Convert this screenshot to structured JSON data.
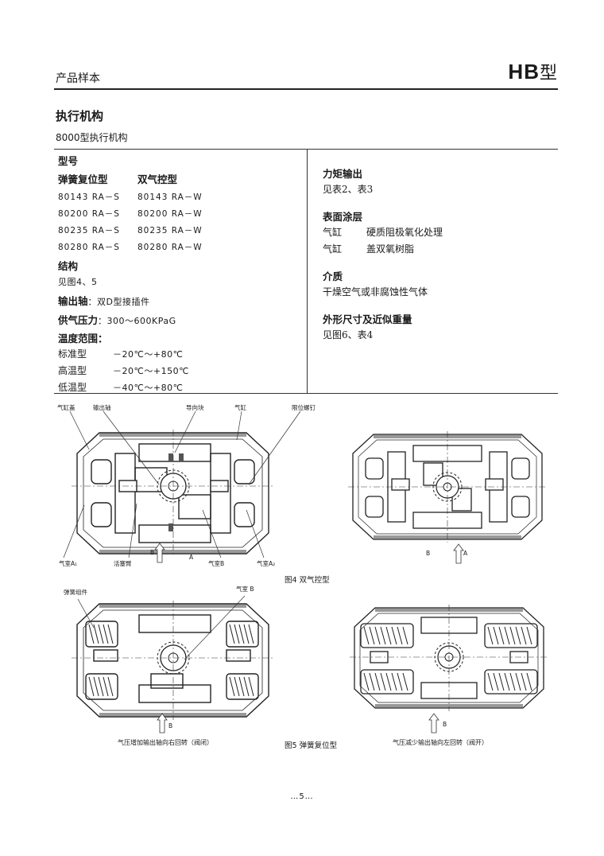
{
  "header": {
    "left": "产品样本",
    "model": "HB",
    "model_suffix": "型"
  },
  "section": {
    "title": "执行机构",
    "subtitle": "8000型执行机构"
  },
  "left_col": {
    "model_heading": "型号",
    "spring_heading": "弹簧复位型",
    "double_heading": "双气控型",
    "models": [
      {
        "spring": "80143 RA－S",
        "double": "80143 RA－W"
      },
      {
        "spring": "80200 RA－S",
        "double": "80200 RA－W"
      },
      {
        "spring": "80235 RA－S",
        "double": "80235 RA－W"
      },
      {
        "spring": "80280 RA－S",
        "double": "80280 RA－W"
      }
    ],
    "structure_heading": "结构",
    "structure_text": "见图4、5",
    "shaft_heading": "输出轴",
    "shaft_text": "：双D型接插件",
    "pressure_heading": "供气压力",
    "pressure_text": "：300～600KPaG",
    "temp_heading": "温度范围：",
    "temps": [
      {
        "name": "标准型",
        "range": "－20℃～+80℃"
      },
      {
        "name": "高温型",
        "range": "－20℃～+150℃"
      },
      {
        "name": "低温型",
        "range": "－40℃～+80℃"
      }
    ]
  },
  "right_col": {
    "torque_heading": "力矩输出",
    "torque_text": "见表2、表3",
    "coating_heading": "表面涂层",
    "coating_rows": [
      {
        "part": "气缸",
        "desc": "硬质阻极氧化处理"
      },
      {
        "part": "气缸",
        "desc": "盖双氧树脂"
      }
    ],
    "medium_heading": "介质",
    "medium_text": "干燥空气或非腐蚀性气体",
    "dims_heading": "外形尺寸及近似重量",
    "dims_text": "见图6、表4"
  },
  "fig4": {
    "labels": {
      "cover": "气缸盖",
      "shaft": "输出轴",
      "guide": "导向块",
      "cylinder": "气缸",
      "limit": "限位螺钉",
      "chamber_a1": "气室A₁",
      "piston": "活塞臂",
      "port_b": "B",
      "port_a": "A",
      "chamber_b": "气室B",
      "chamber_a2": "气室A₂",
      "port_b2": "B",
      "port_a2": "A"
    },
    "caption": "图4  双气控型"
  },
  "fig5": {
    "labels": {
      "spring": "弹簧组件",
      "chamber_b": "气室 B",
      "port_b_left": "B",
      "port_b_right": "B"
    },
    "caption_left": "气压增加输出轴向右回转（阀闭）",
    "caption": "图5  弹簧复位型",
    "caption_right": "气压减少输出轴向左回转（阀开）"
  },
  "footer": {
    "page": "…5…"
  }
}
